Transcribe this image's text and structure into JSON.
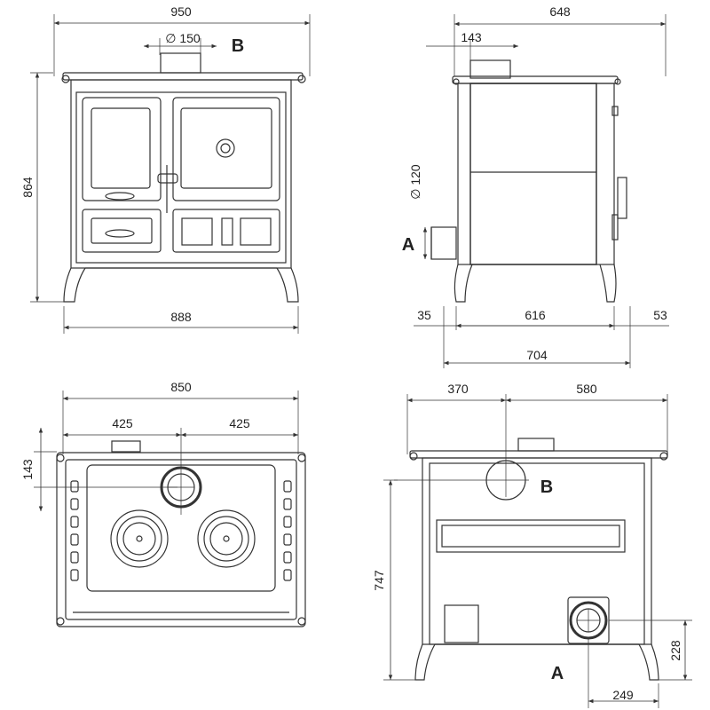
{
  "front_view": {
    "width_overall": "950",
    "flue_diameter": "∅ 150",
    "flue_label": "B",
    "height": "864",
    "base_width": "888"
  },
  "side_view": {
    "depth_overall": "648",
    "flue_offset": "143",
    "rear_flue_diameter": "∅ 120",
    "rear_flue_label": "A",
    "front_overhang": "35",
    "body_depth": "616",
    "rear_overhang": "53",
    "total_depth": "704"
  },
  "top_view": {
    "width": "850",
    "half_left": "425",
    "half_right": "425",
    "flue_depth": "143"
  },
  "rear_view": {
    "left_offset": "370",
    "right_offset": "580",
    "flue_label": "B",
    "height_to_flue": "747",
    "rear_flue_label": "A",
    "rear_flue_height": "228",
    "rear_flue_offset": "249"
  }
}
